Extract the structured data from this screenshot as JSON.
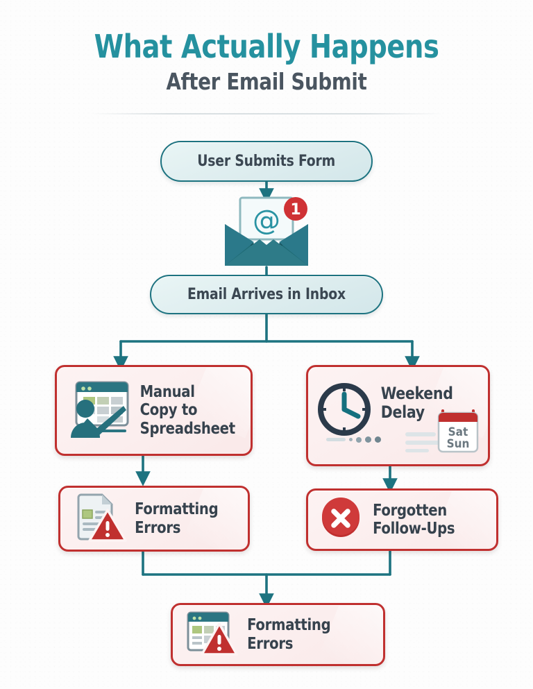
{
  "header": {
    "title": "What Actually Happens",
    "subtitle": "After Email Submit"
  },
  "colors": {
    "title_teal": "#25919f",
    "subtitle_slate": "#4a5560",
    "connector_teal": "#1d7380",
    "card_border_red": "#c0302f",
    "card_fill": "#fdf3f3",
    "pill_fill": "#e0eff0",
    "badge_red": "#cf3235",
    "warning_red": "#c0302f",
    "icon_teal": "#26707d",
    "icon_navy": "#2b3a4a",
    "cell_green": "#aec77f",
    "page_bg": "#fdfdfd"
  },
  "flow": {
    "nodes": [
      {
        "id": "user-submits-form",
        "type": "pill",
        "label": "User Submits Form"
      },
      {
        "id": "email-icon",
        "type": "icon",
        "label": "@",
        "badge": "1"
      },
      {
        "id": "email-arrives-in-inbox",
        "type": "pill",
        "label": "Email Arrives in Inbox"
      },
      {
        "id": "manual-copy-to-spreadsheet",
        "type": "card",
        "line1": "Manual",
        "line2": "Copy to",
        "line3": "Spreadsheet",
        "icon": "spreadsheet-person-icon"
      },
      {
        "id": "weekend-delay",
        "type": "card",
        "line1": "Weekend",
        "line2": "Delay",
        "icon": "clock-icon",
        "calendar": {
          "day1": "Sat",
          "day2": "Sun"
        }
      },
      {
        "id": "formatting-errors-left",
        "type": "card",
        "line1": "Formatting",
        "line2": "Errors",
        "icon": "document-warning-icon"
      },
      {
        "id": "forgotten-follow-ups",
        "type": "card",
        "line1": "Forgotten",
        "line2": "Follow-Ups",
        "icon": "circle-x-icon"
      },
      {
        "id": "formatting-errors-bottom",
        "type": "card",
        "line1": "Formatting",
        "line2": "Errors",
        "icon": "spreadsheet-warning-icon"
      }
    ]
  }
}
